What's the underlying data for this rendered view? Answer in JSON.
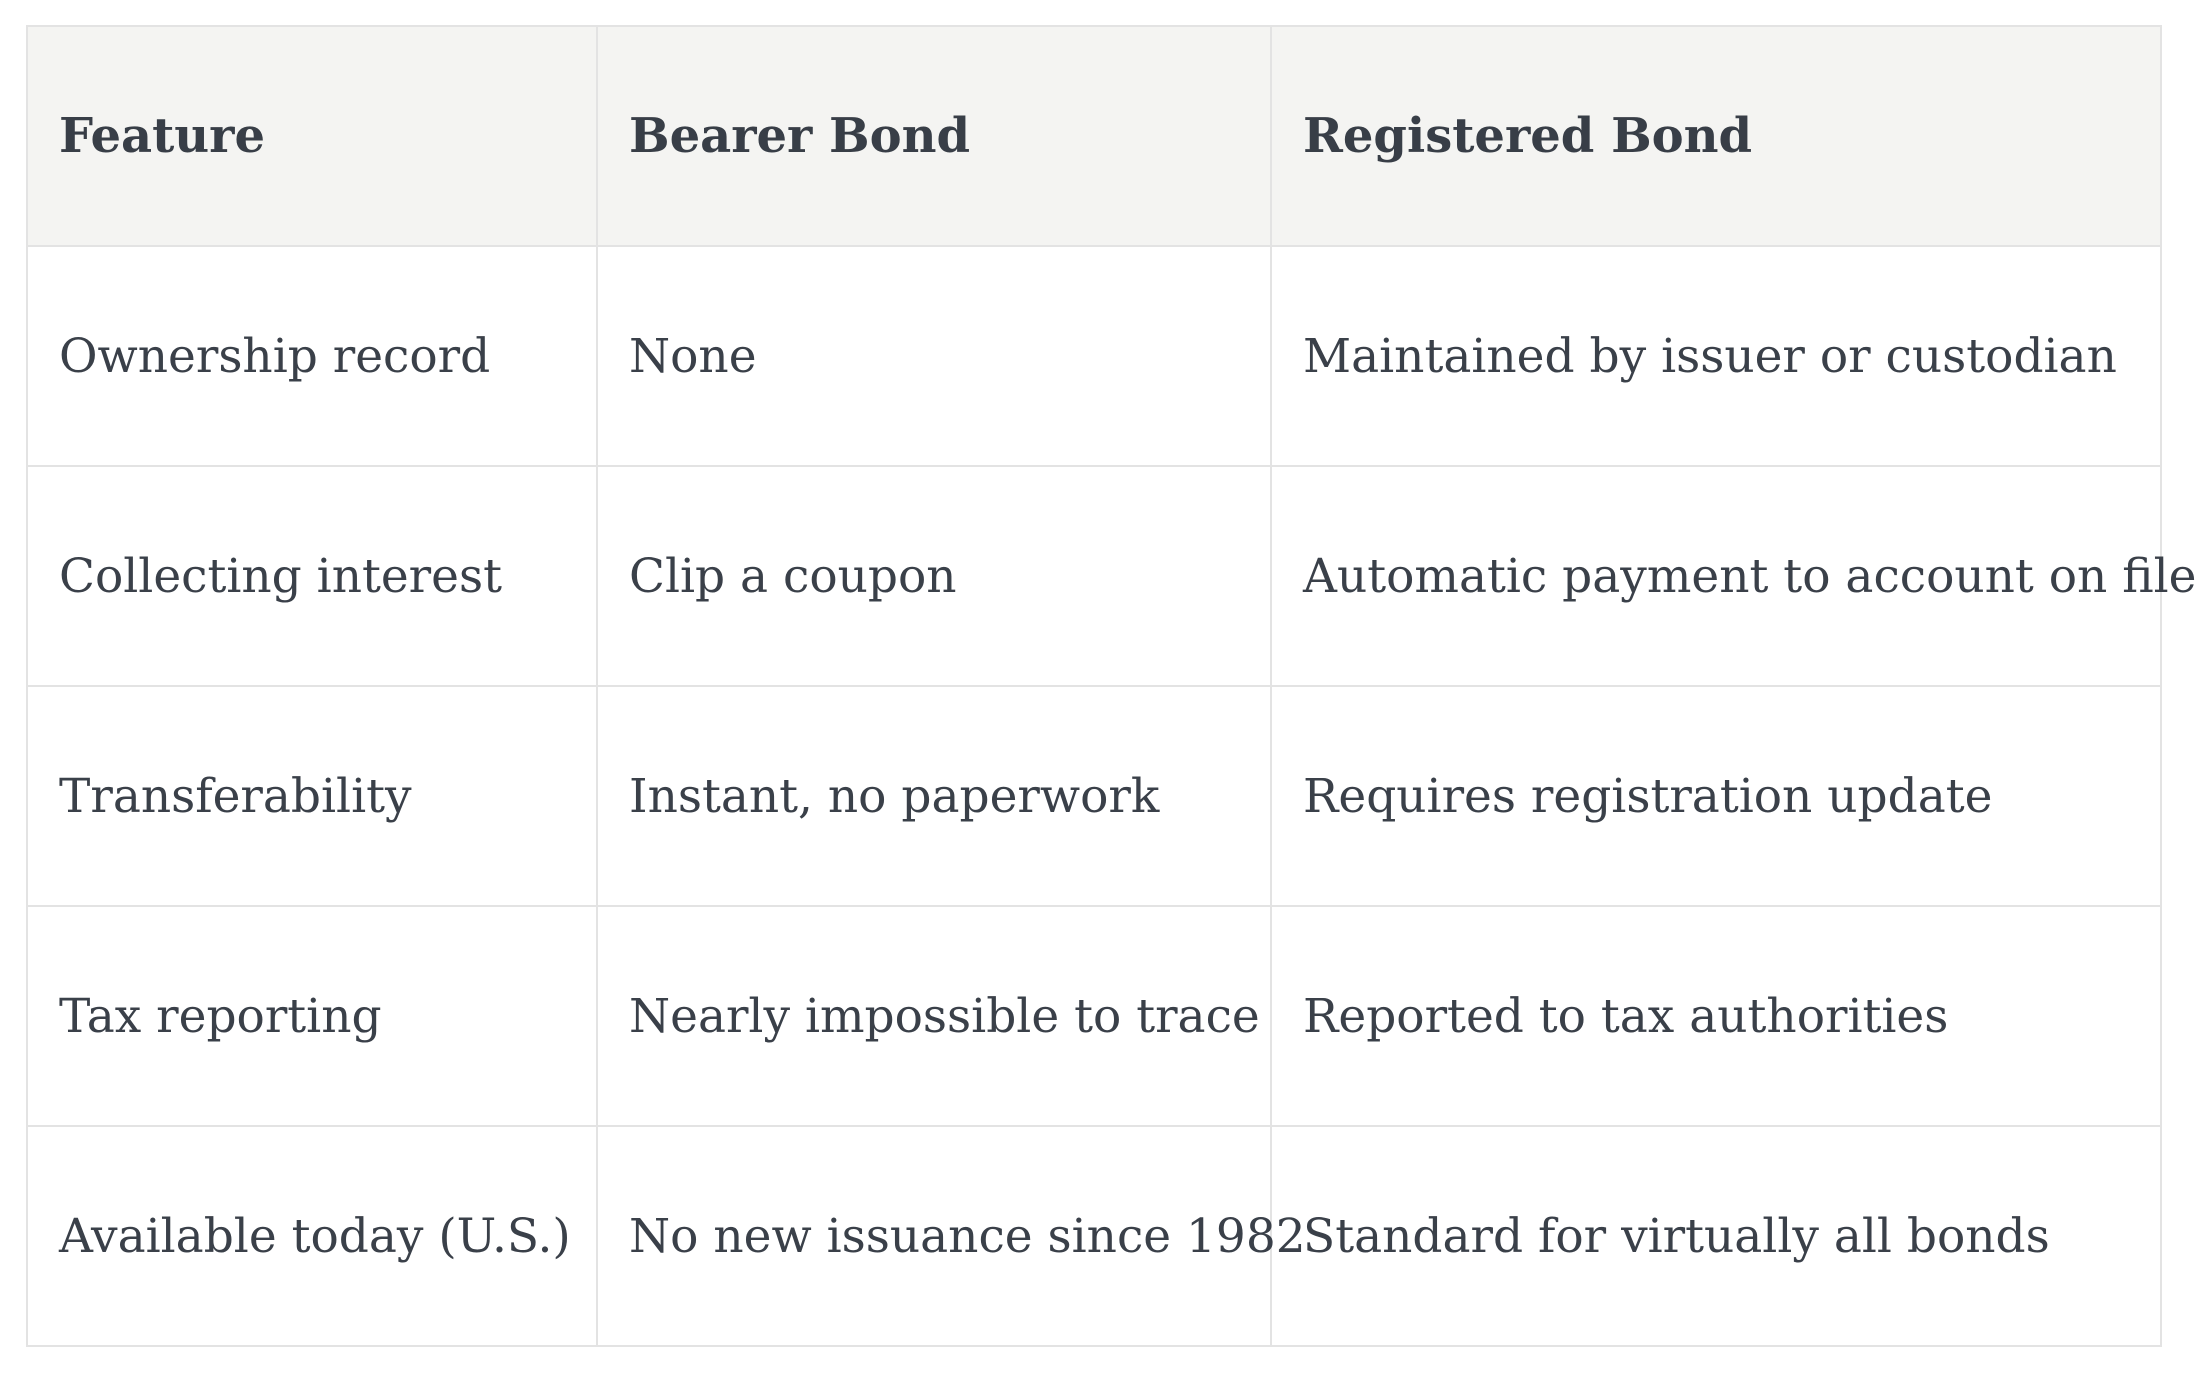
{
  "table": {
    "headers": [
      "Feature",
      "Bearer Bond",
      "Registered Bond"
    ],
    "rows": [
      [
        "Ownership record",
        "None",
        "Maintained by issuer or custodian"
      ],
      [
        "Collecting interest",
        "Clip a coupon",
        "Automatic payment to account on file"
      ],
      [
        "Transferability",
        "Instant, no paperwork",
        "Requires registration update"
      ],
      [
        "Tax reporting",
        "Nearly impossible to trace",
        "Reported to tax authorities"
      ],
      [
        "Available today (U.S.)",
        "No new issuance since 1982",
        "Standard for virtually all bonds"
      ]
    ]
  }
}
